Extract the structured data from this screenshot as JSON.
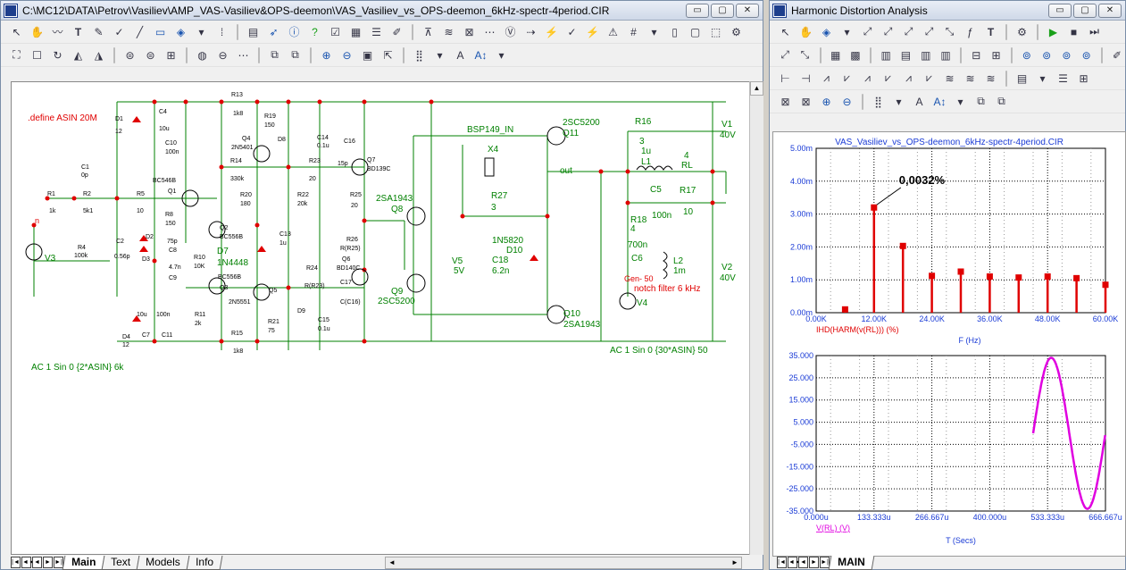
{
  "left_window": {
    "title": "C:\\MC12\\DATA\\Petrov\\Vasiliev\\AMP_VAS-Vasiliev&OPS-deemon\\VAS_Vasiliev_vs_OPS-deemon_6kHz-spectr-4period.CIR",
    "min": "▭",
    "max": "▢",
    "close": "✕",
    "tabs": [
      "Main",
      "Text",
      "Models",
      "Info"
    ],
    "nav": [
      "|◄",
      "◄◄",
      "◄",
      "►",
      "►|"
    ],
    "schematic": {
      "define": ".define ASIN 20M",
      "source_left": "AC 1 Sin 0 {2*ASIN} 6k",
      "source_right": "AC 1 Sin 0 {30*ASIN} 50",
      "labels": {
        "R13": "R13",
        "R13v": "1k8",
        "R19": "R19",
        "R19v": "150",
        "D8": "D8",
        "C14": "C14",
        "C14v": "0.1u",
        "C16": "C16",
        "C16v": "15p",
        "Q7": "Q7",
        "Q7v": "BD139C",
        "D1": "D1",
        "D1v": "12",
        "C4": "C4",
        "C4v": "10u",
        "C10": "C10",
        "C10v": "100n",
        "Q4": "Q4",
        "Q4v": "2N5401",
        "R14": "R14",
        "R14v": "330k",
        "R23": "R23",
        "R23v": "20",
        "C1": "C1",
        "C1v": "0p",
        "BC546B": "BC546B",
        "Q1": "Q1",
        "R20": "R20",
        "R20v": "180",
        "R22": "R22",
        "R22v": "20k",
        "R25": "R25",
        "R25v": "20",
        "R1": "R1",
        "R1v": "1k",
        "R2": "R2",
        "R2v": "5k1",
        "R5": "R5",
        "R5v": "10",
        "R8": "R8",
        "R8v": "150",
        "C13": "C13",
        "C13v": "1u",
        "2SA1943": "2SA1943",
        "Q8": "Q8",
        "n": "n",
        "R4": "R4",
        "R4v": "100k",
        "C2": "C2",
        "C2v": "0.56p",
        "D2": "D2",
        "D3": "D3",
        "C8": "C8",
        "C8v": "75p",
        "C8n": "4.7n",
        "Q2": "Q2",
        "Q2v": "BC556B",
        "D7": "D7",
        "D7v": "1N4448",
        "R10": "R10",
        "R10v": "10K",
        "R26": "R26",
        "R26v": "R(R25)",
        "Q6": "Q6",
        "Q6v": "BD140C",
        "V3": "V3",
        "C9": "C9",
        "BC556B2": "BC556B",
        "Q3": "Q3",
        "R24": "R24",
        "R24v": "R(R23)",
        "C17": "C17",
        "C17v": "C(C16)",
        "Q9": "Q9",
        "Q9v": "2SC5200",
        "Q5": "Q5",
        "Q5v": "2N5551",
        "D4": "D4",
        "D4v": "12",
        "C7v": "10u",
        "C7": "C7",
        "C11": "C11",
        "C11v": "100n",
        "R11": "R11",
        "R11v": "2k",
        "R21": "R21",
        "R21v": "75",
        "D9": "D9",
        "C15": "C15",
        "C15v": "0.1u",
        "R15": "R15",
        "R15v": "1k8",
        "BSP": "BSP149_IN",
        "X4": "X4",
        "R27": "R27",
        "R27v": "3",
        "V5": "V5",
        "V5v": "5V",
        "D10t": "1N5820",
        "D10": "D10",
        "C18": "C18",
        "C18v": "6.2n",
        "Q11n": "2SC5200",
        "Q11": "Q11",
        "out": "out",
        "Q10": "Q10",
        "Q10v": "2SA1943",
        "R16": "R16",
        "R16v": "3",
        "L1v": "1u",
        "L1": "L1",
        "RLv": "4",
        "RL": "RL",
        "V1": "V1",
        "V1v": "40V",
        "C5": "C5",
        "C5v": "100n",
        "R17": "R17",
        "R17v": "10",
        "R18": "R18",
        "R18v": "4",
        "C6v": "700n",
        "C6": "C6",
        "L2": "L2",
        "L2v": "1m",
        "V2": "V2",
        "V2v": "40V",
        "notch": "notch filter 6 kHz",
        "gen": "Gen- 50",
        "V4": "V4"
      }
    }
  },
  "right_window": {
    "title": "Harmonic Distortion Analysis",
    "min": "▭",
    "max": "▢",
    "close": "✕",
    "tab": "MAIN",
    "nav": [
      "|◄",
      "◄◄",
      "◄",
      "►",
      "►|"
    ]
  },
  "chart_data": [
    {
      "type": "bar",
      "title": "VAS_Vasiliev_vs_OPS-deemon_6kHz-spectr-4period.CIR",
      "annotation": "0,0032%",
      "xlabel": "F (Hz)",
      "ylabel": "IHD(HARM(v(RL))) (%)",
      "x_ticks": [
        "0.00K",
        "12.00K",
        "24.00K",
        "36.00K",
        "48.00K",
        "60.00K"
      ],
      "y_ticks": [
        "0.00m",
        "1.00m",
        "2.00m",
        "3.00m",
        "4.00m",
        "5.00m"
      ],
      "xlim": [
        0,
        60000
      ],
      "ylim": [
        0,
        5
      ],
      "y_unit": "m",
      "x": [
        6000,
        12000,
        18000,
        24000,
        30000,
        36000,
        42000,
        48000,
        54000,
        60000
      ],
      "values": [
        0.1,
        3.2,
        2.03,
        1.12,
        1.25,
        1.1,
        1.07,
        1.1,
        1.05,
        0.85
      ],
      "grid": true,
      "color": "#e00000"
    },
    {
      "type": "line",
      "xlabel": "T (Secs)",
      "series_label": "V(RL) (V)",
      "x_ticks": [
        "0.000u",
        "133.333u",
        "266.667u",
        "400.000u",
        "533.333u",
        "666.667u"
      ],
      "y_ticks": [
        "35.000",
        "25.000",
        "15.000",
        "5.000",
        "-5.000",
        "-15.000",
        "-25.000",
        "-35.000"
      ],
      "xlim": [
        0,
        666.667
      ],
      "ylim": [
        -35,
        35
      ],
      "x_start": 500,
      "amplitude": 34,
      "period_us": 166.667,
      "grid": true,
      "color": "#e000e0"
    }
  ]
}
